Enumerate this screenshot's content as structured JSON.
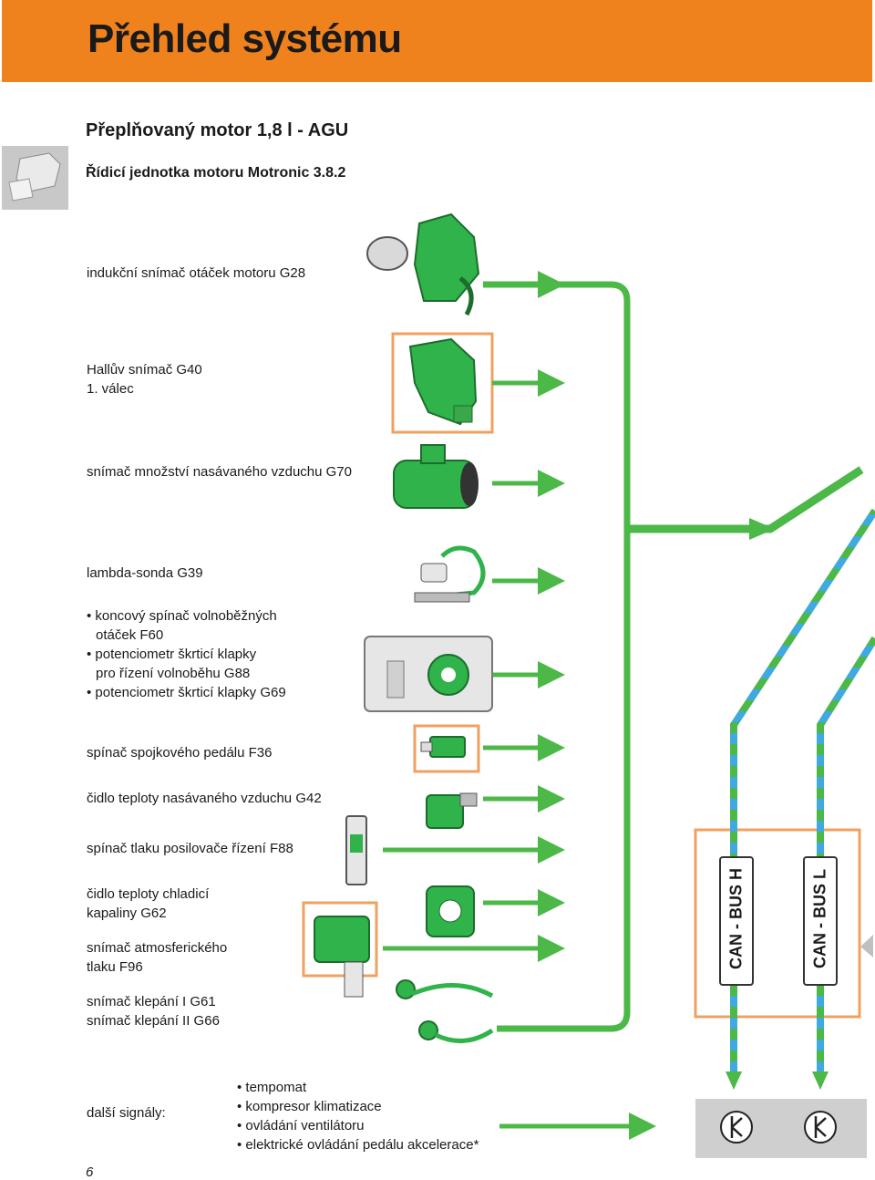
{
  "header": {
    "title": "Přehled systému"
  },
  "engine_title": "Přeplňovaný motor 1,8 l - AGU",
  "ecu_title": "Řídicí jednotka motoru Motronic 3.8.2",
  "sensors": [
    {
      "lines": [
        "indukční snímač otáček motoru G28"
      ]
    },
    {
      "lines": [
        "Hallův snímač G40",
        "1. válec"
      ]
    },
    {
      "lines": [
        "snímač množství nasávaného vzduchu G70"
      ]
    },
    {
      "lines": [
        "lambda-sonda G39"
      ]
    },
    {
      "lines": [
        "• koncový spínač volnoběžných",
        "otáček F60",
        "• potenciometr škrticí klapky",
        "pro řízení volnoběhu G88",
        "• potenciometr škrticí klapky G69"
      ]
    },
    {
      "lines": [
        "spínač spojkového pedálu F36"
      ]
    },
    {
      "lines": [
        "čidlo teploty nasávaného vzduchu G42"
      ]
    },
    {
      "lines": [
        "spínač tlaku posilovače řízení F88"
      ]
    },
    {
      "lines": [
        "čidlo teploty chladicí",
        "kapaliny G62"
      ]
    },
    {
      "lines": [
        "snímač atmosferického",
        "tlaku F96"
      ]
    },
    {
      "lines": [
        "snímač klepání I G61",
        "snímač klepání II G66"
      ]
    }
  ],
  "can_bus": {
    "high": "CAN - BUS H",
    "low": "CAN - BUS L"
  },
  "other_signals": {
    "label": "další signály:",
    "items": [
      "• tempomat",
      "• kompresor klimatizace",
      "• ovládání ventilátoru",
      "• elektrické ovládání pedálu akcelerace*"
    ]
  },
  "page_number": "6",
  "colors": {
    "header": "#f0821e",
    "wire": "#4cb848",
    "can": "#3fa9e0",
    "component": "#2fb34a",
    "frame": "#f0a060"
  }
}
